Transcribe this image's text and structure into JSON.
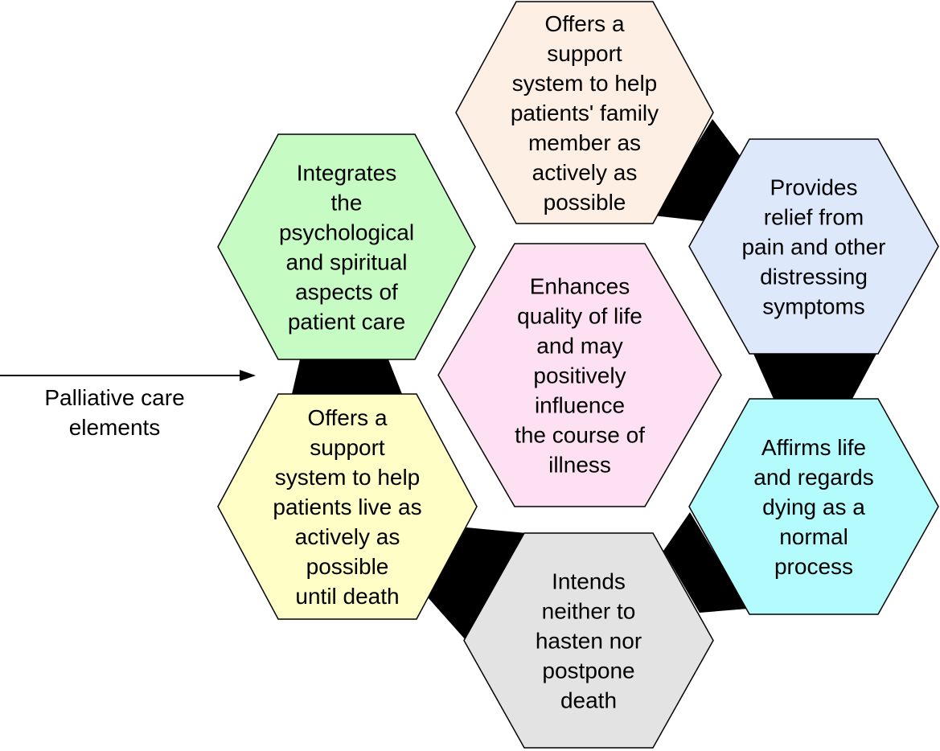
{
  "side_label": {
    "line1": "Palliative care",
    "line2": "elements"
  },
  "hexagons": [
    {
      "id": "family-support",
      "lines": [
        "Offers a",
        "support",
        "system to help",
        "patients' family",
        "member as",
        "actively as",
        "possible"
      ],
      "color": "#fdefe4"
    },
    {
      "id": "relief",
      "lines": [
        "Provides",
        "relief from",
        "pain and other",
        "distressing",
        "symptoms"
      ],
      "color": "#dde8fb"
    },
    {
      "id": "affirms",
      "lines": [
        "Affirms life",
        "and regards",
        "dying as a",
        "normal",
        "process"
      ],
      "color": "#b4fbfd"
    },
    {
      "id": "neither",
      "lines": [
        "Intends",
        "neither to",
        "hasten nor",
        "postpone",
        "death"
      ],
      "color": "#e3e3e3"
    },
    {
      "id": "patient-support",
      "lines": [
        "Offers a",
        "support",
        "system to help",
        "patients live as",
        "actively as",
        "possible",
        "until death"
      ],
      "color": "#fefec6"
    },
    {
      "id": "integrates",
      "lines": [
        "Integrates",
        "the",
        "psychological",
        "and spiritual",
        "aspects of",
        "patient care"
      ],
      "color": "#c6fbc4"
    },
    {
      "id": "enhances",
      "lines": [
        "Enhances",
        "quality of life",
        "and may",
        "positively",
        "influence",
        "the course of",
        "illness"
      ],
      "color": "#fde0f1"
    }
  ]
}
